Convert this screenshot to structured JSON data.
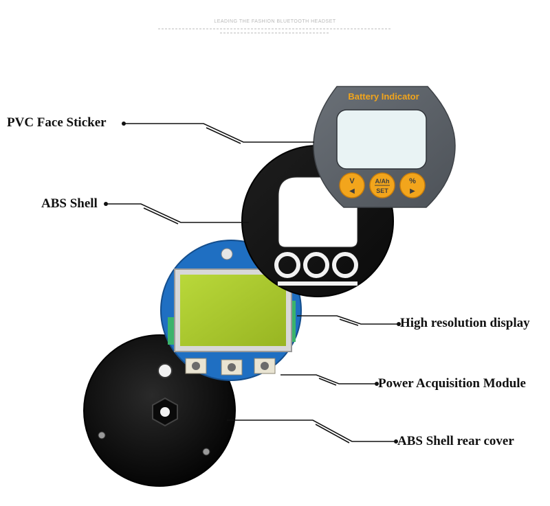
{
  "header": {
    "title": "LEADING THE FASHION BLUETOOTH HEADSET"
  },
  "sticker": {
    "title": "Battery Indicator",
    "buttons": [
      {
        "top": "V",
        "bottom": "◀"
      },
      {
        "top": "A/Ah",
        "bottom": "SET"
      },
      {
        "top": "%",
        "bottom": "▶"
      }
    ]
  },
  "labels": {
    "pvc_face_sticker": "PVC Face Sticker",
    "abs_shell": "ABS Shell",
    "high_resolution_display": "High resolution display",
    "power_acquisition_module": "Power Acquisition Module",
    "abs_shell_rear_cover": "ABS Shell rear cover"
  },
  "colors": {
    "sticker_gray": "#5b6066",
    "accent_orange": "#f2a51c",
    "lcd_green": "#a8c82a",
    "pcb_blue": "#1f6fc2",
    "shell_black": "#121212"
  }
}
